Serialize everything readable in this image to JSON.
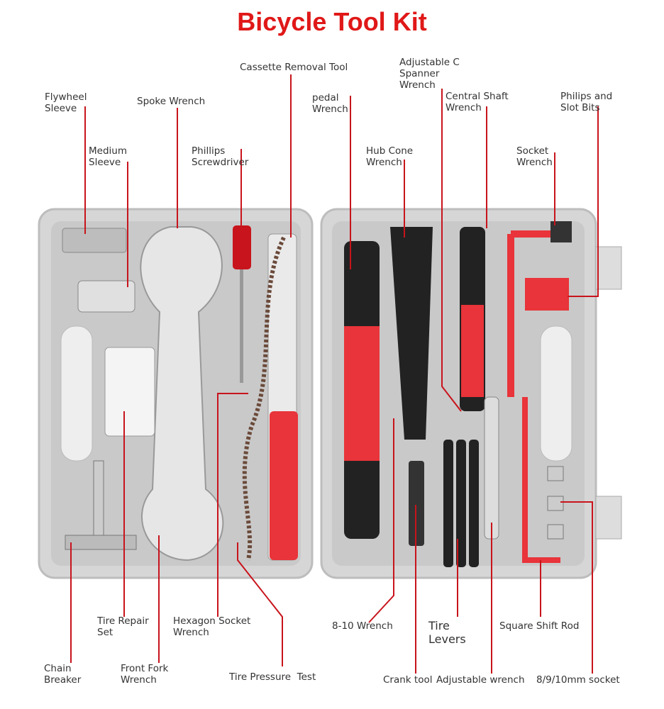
{
  "title": "Bicycle Tool Kit",
  "labels": {
    "cassette": "Cassette Removal Tool",
    "adjustable_c": "Adjustable C\nSpanner\nWrench",
    "flywheel": "Flywheel\nSleeve",
    "spoke": "Spoke Wrench",
    "pedal": "pedal\nWrench",
    "central_shaft": "Central Shaft\nWrench",
    "philips_bits": "Philips and\nSlot Bits",
    "medium_sleeve": "Medium\nSleeve",
    "phillips_screwdriver": "Phillips\nScrewdriver",
    "hub_cone": "Hub Cone\nWrench",
    "socket_wrench": "Socket\nWrench",
    "tire_repair": "Tire Repair\nSet",
    "hexagon_socket": "Hexagon Socket\nWrench",
    "wrench_8_10": "8-10 Wrench",
    "tire_levers": "Tire\nLevers",
    "square_shift": "Square Shift Rod",
    "chain_breaker": "Chain\nBreaker",
    "front_fork": "Front Fork\nWrench",
    "tire_pressure": "Tire Pressure  Test",
    "crank_tool": "Crank tool",
    "adjustable_wrench": "Adjustable wrench",
    "socket_8_9_10": "8/9/10mm socket"
  },
  "colors": {
    "accent": "#e01818",
    "case": "#d4d4d4",
    "tool_red": "#e8343a"
  }
}
